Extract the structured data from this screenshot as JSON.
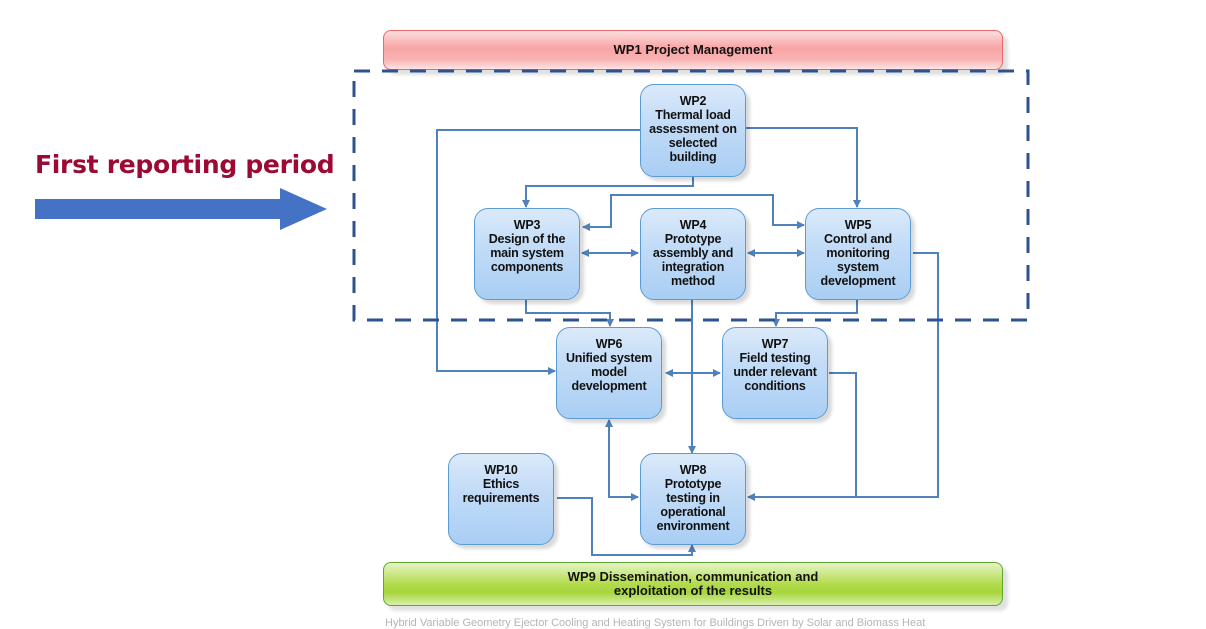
{
  "reporting": {
    "label": "First reporting period",
    "label_color": "#9c0a33",
    "arrow_color": "#4472c4",
    "arrow_icon": "right-arrow-icon"
  },
  "colors": {
    "connector": "#4f81bd",
    "dashed_frame": "#2e528f",
    "box_border": "#5b9bd5",
    "wp1_fill": "#f8a4a4",
    "wp9_fill": "#b2db4c"
  },
  "bands": {
    "wp1": "WP1 Project Management",
    "wp9_line1": "WP9 Dissemination, communication and",
    "wp9_line2": "exploitation of the results"
  },
  "work_packages": [
    {
      "id": "wp2",
      "code": "WP2",
      "lines": [
        "Thermal load",
        "assessment on",
        "selected",
        "building"
      ]
    },
    {
      "id": "wp3",
      "code": "WP3",
      "lines": [
        "Design of the",
        "main system",
        "components"
      ]
    },
    {
      "id": "wp4",
      "code": "WP4",
      "lines": [
        "Prototype",
        "assembly and",
        "integration",
        "method"
      ]
    },
    {
      "id": "wp5",
      "code": "WP5",
      "lines": [
        "Control and",
        "monitoring",
        "system",
        "development"
      ]
    },
    {
      "id": "wp6",
      "code": "WP6",
      "lines": [
        "Unified system",
        "model",
        "development"
      ]
    },
    {
      "id": "wp7",
      "code": "WP7",
      "lines": [
        "Field testing",
        "under relevant",
        "conditions"
      ]
    },
    {
      "id": "wp8",
      "code": "WP8",
      "lines": [
        "Prototype",
        "testing in",
        "operational",
        "environment"
      ]
    },
    {
      "id": "wp10",
      "code": "WP10",
      "lines": [
        "Ethics",
        "requirements"
      ]
    }
  ],
  "footer_caption": "Hybrid Variable Geometry Ejector Cooling and Heating System for Buildings Driven by Solar and Biomass Heat"
}
